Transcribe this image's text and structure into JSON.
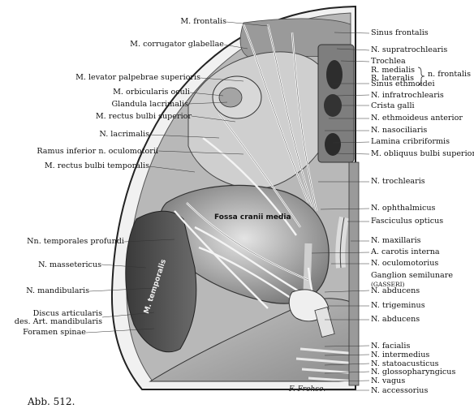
{
  "labels_left": [
    "M. frontalis",
    "M. corrugator glabellae",
    "M. levator palpebrae superioris",
    "M. orbicularis oculi",
    "Glandula lacrimalis",
    "M. rectus bulbi superior",
    "N. lacrimalis",
    "Ramus inferior n. oculomotorii",
    "M. rectus bulbi temporalis",
    "Nn. temporales profundi",
    "N. massetericus",
    "N. mandibularis",
    "Discus articularis",
    "des. Art. mandibularis",
    "Foramen spinae"
  ],
  "labels_right": [
    "Sinus frontalis",
    "N. supratrochlearis",
    "Trochlea",
    "R. medialis",
    "R. lateralis",
    "Sinus ethmoidei",
    "N. infratrochlearis",
    "Crista galli",
    "N. ethmoideus anterior",
    "N. nasociliaris",
    "Lamina cribriformis",
    "M. obliquus bulbi superior",
    "N. trochlearis",
    "N. ophthalmicus",
    "Fasciculus opticus",
    "N. maxillaris",
    "A. carotis interna",
    "N. oculomotorius",
    "Ganglion semilunare",
    "(GASSERI)",
    "N. abducens",
    "N. trigeminus",
    "N. abducens",
    "N. facialis",
    "N. intermedius",
    "N. statoacusticus",
    "N. glossopharyngicus",
    "N. vagus",
    "N. accessorius"
  ],
  "bracket_label": "n. frontalis",
  "inset_labels": {
    "fossa": "Fossa cranii media",
    "temporalis": "M. temporalis"
  },
  "caption": "Abb. 512.",
  "signature": "F. Frohse."
}
